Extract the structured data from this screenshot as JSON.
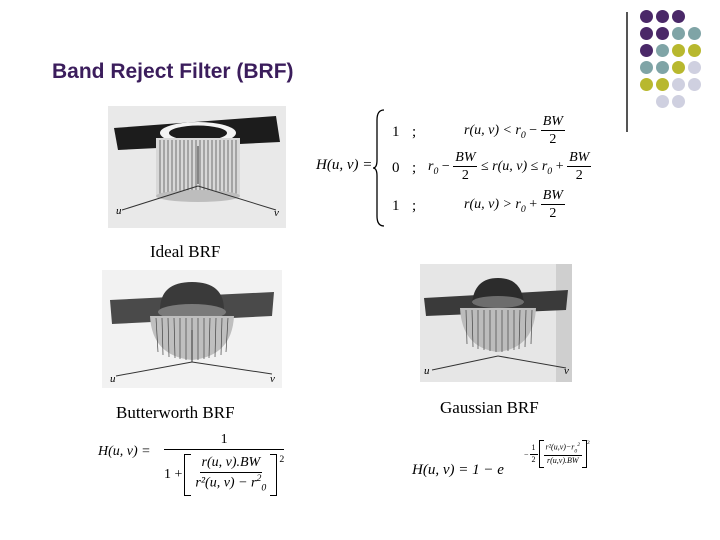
{
  "slide": {
    "title": "Band Reject Filter (BRF)",
    "palette": {
      "title": "#3b1d5c",
      "purple": "#4a2868",
      "teal": "#7fa4a6",
      "olive": "#b8b82e",
      "lavender": "#cfd0e0"
    }
  },
  "ideal": {
    "caption": "Ideal BRF",
    "axis_u": "u",
    "axis_v": "v",
    "equation": {
      "lhs": "H(u, v) =",
      "row1_value": "1",
      "row1_cond": "r(u, v) < r",
      "row2_value": "0",
      "row2_cond_left": "r",
      "row2_cond_mid": "≤ r(u, v) ≤ r",
      "row3_value": "1",
      "row3_cond": "r(u, v) > r",
      "sep": ";",
      "zero": "0",
      "bw": "BW",
      "two": "2",
      "minus": "−",
      "plus": "+"
    }
  },
  "butterworth": {
    "caption": "Butterworth BRF",
    "axis_u": "u",
    "axis_v": "v",
    "equation": {
      "lhs": "H(u, v) =",
      "one": "1",
      "denom_one": "1 +",
      "inner_num": "r(u, v).BW",
      "inner_den": "r²(u, v) − r",
      "zero": "0",
      "sq": "2"
    }
  },
  "gaussian": {
    "caption": "Gaussian BRF",
    "axis_u": "u",
    "axis_v": "v",
    "equation": {
      "lhs": "H(u, v) = 1 − e",
      "exp_minus": "−",
      "exp_half_num": "1",
      "exp_half_den": "2",
      "exp_inner_num": "r²(u,v)−r",
      "exp_inner_den": "r(u,v).BW",
      "zero": "0",
      "sq": "2"
    }
  }
}
